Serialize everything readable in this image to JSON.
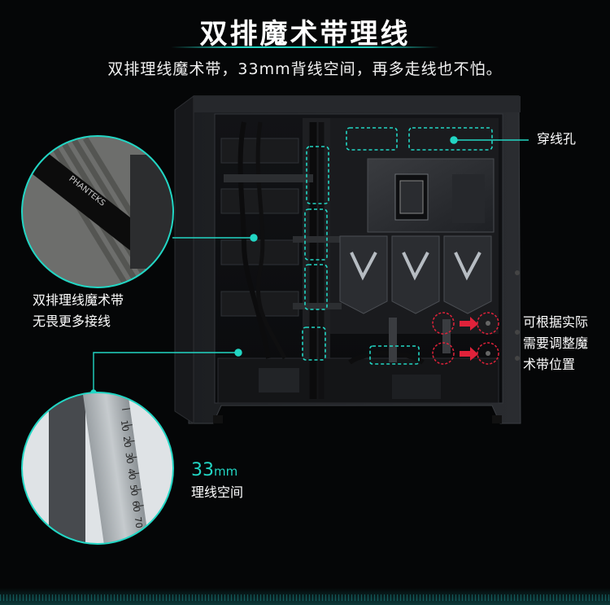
{
  "header": {
    "title": "双排魔术带理线",
    "subtitle": "双排理线魔术带，33mm背线空间，再多走线也不怕。"
  },
  "callouts": {
    "hole": "穿线孔",
    "strap_line1": "双排理线魔术带",
    "strap_line2": "无畏更多接线",
    "adjust_line1": "可根据实际",
    "adjust_line2": "需要调整魔",
    "adjust_line3": "术带位置",
    "space_value": "33",
    "space_unit": "mm",
    "space_label": "理线空间"
  },
  "brand_marks": {
    "strap_text": "PHANTEKS"
  },
  "ruler": {
    "ticks": [
      "10",
      "20",
      "30",
      "40",
      "50",
      "60",
      "70"
    ]
  },
  "colors": {
    "accent": "#22d6c4",
    "marker": "#e0223a",
    "background": "#050607"
  },
  "icons": [
    "arrow-right-icon"
  ]
}
